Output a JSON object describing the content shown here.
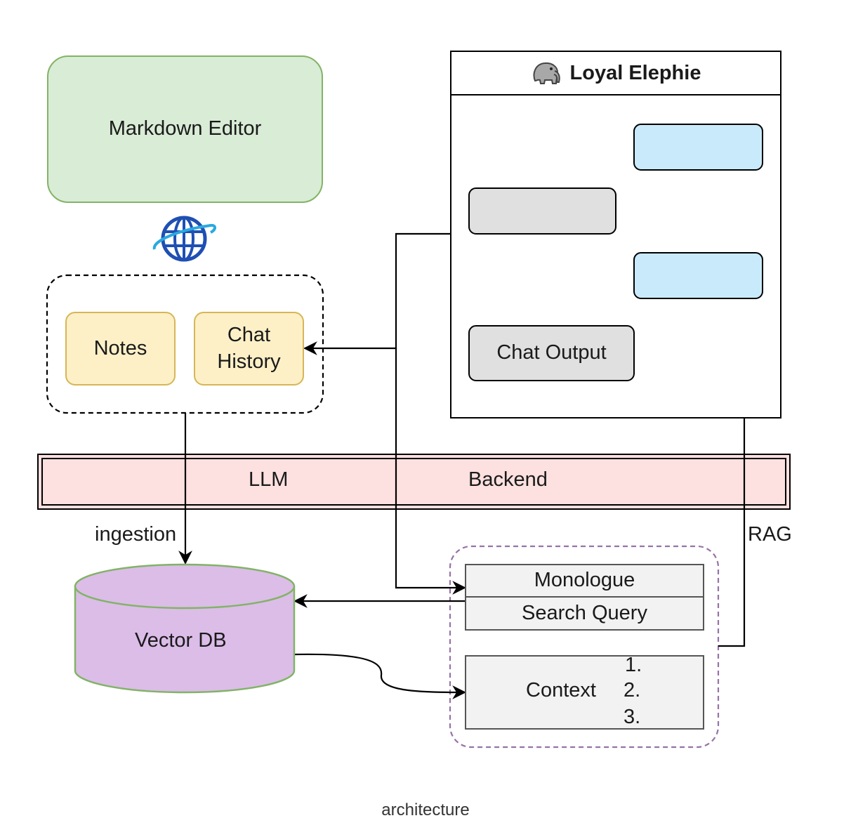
{
  "nodes": {
    "markdown_editor": "Markdown Editor",
    "notes": "Notes",
    "chat_history": "Chat\nHistory",
    "loyal_elephie": "Loyal Elephie",
    "chat_output": "Chat Output",
    "llm": "LLM",
    "backend": "Backend",
    "vector_db": "Vector DB",
    "monologue": "Monologue",
    "search_query": "Search Query",
    "context": "Context",
    "context_items": [
      "1.",
      "2.",
      "3."
    ]
  },
  "edge_labels": {
    "ingestion": "ingestion",
    "rag": "RAG"
  },
  "icons": {
    "web": "globe-icon",
    "app": "elephant-icon"
  },
  "caption": "architecture",
  "colors": {
    "editor_fill": "#d9ecd6",
    "editor_stroke": "#82b366",
    "notes_fill": "#fdf0c7",
    "notes_stroke": "#d6b656",
    "llm_fill": "#fde0e0",
    "db_fill": "#dbbde8",
    "db_stroke": "#82b366",
    "bubble_blue": "#c9eafb",
    "bubble_gray": "#e0e0e0",
    "context_fill": "#f2f2f2",
    "group_purple": "#9673a6"
  }
}
